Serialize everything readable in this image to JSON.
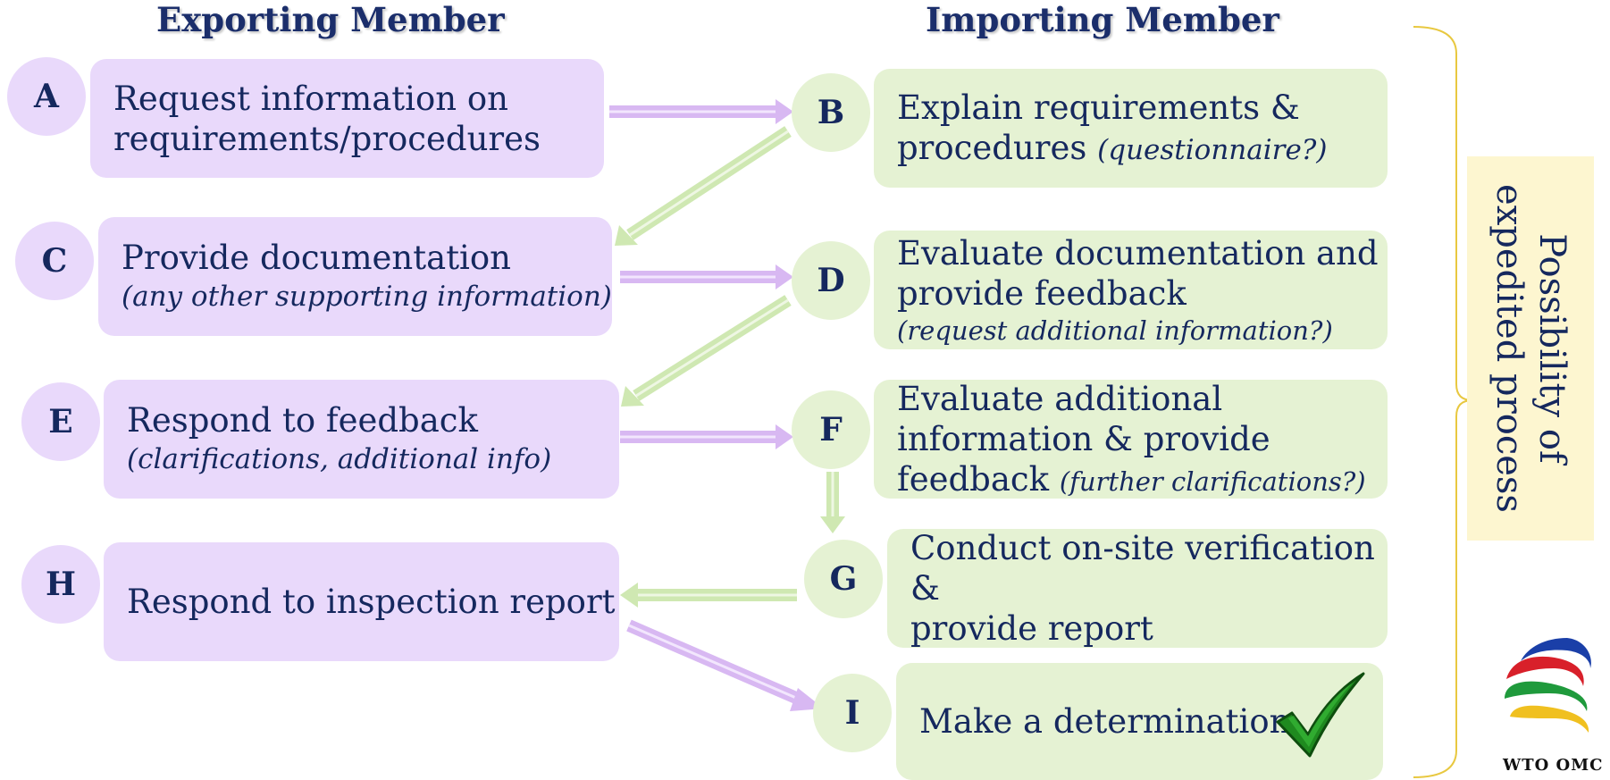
{
  "headers": {
    "exporting": "Exporting Member",
    "importing": "Importing Member"
  },
  "steps": {
    "A": {
      "letter": "A",
      "line1": "Request information on",
      "line2": "requirements/procedures"
    },
    "B": {
      "letter": "B",
      "line1": "Explain requirements &",
      "line2": "procedures",
      "italic": "(questionnaire?)"
    },
    "C": {
      "letter": "C",
      "line1": "Provide documentation",
      "italic": "(any other supporting information)"
    },
    "D": {
      "letter": "D",
      "line1": "Evaluate documentation and",
      "line2": "provide feedback",
      "italic": "(request additional information?)"
    },
    "E": {
      "letter": "E",
      "line1": "Respond to feedback",
      "italic": "(clarifications, additional info)"
    },
    "F": {
      "letter": "F",
      "line1": "Evaluate additional",
      "line2": "information & provide",
      "line3": "feedback",
      "italic": "(further clarifications?)"
    },
    "G": {
      "letter": "G",
      "line1": "Conduct on-site verification &",
      "line2": "provide report"
    },
    "H": {
      "letter": "H",
      "line1": "Respond to inspection report"
    },
    "I": {
      "letter": "I",
      "line1": "Make a determination"
    }
  },
  "side_note": {
    "line1": "Possibility of",
    "line2": "expedited process"
  },
  "logo": {
    "text": "WTO OMC"
  },
  "colors": {
    "exporting_fill": "#e9d9fb",
    "importing_fill": "#e5f2d3",
    "purple_arrow": "#d8b8f2",
    "green_arrow": "#cfe8b2",
    "side_note_fill": "#fdf6d0",
    "brace": "#e8c840",
    "text": "#15285e"
  }
}
